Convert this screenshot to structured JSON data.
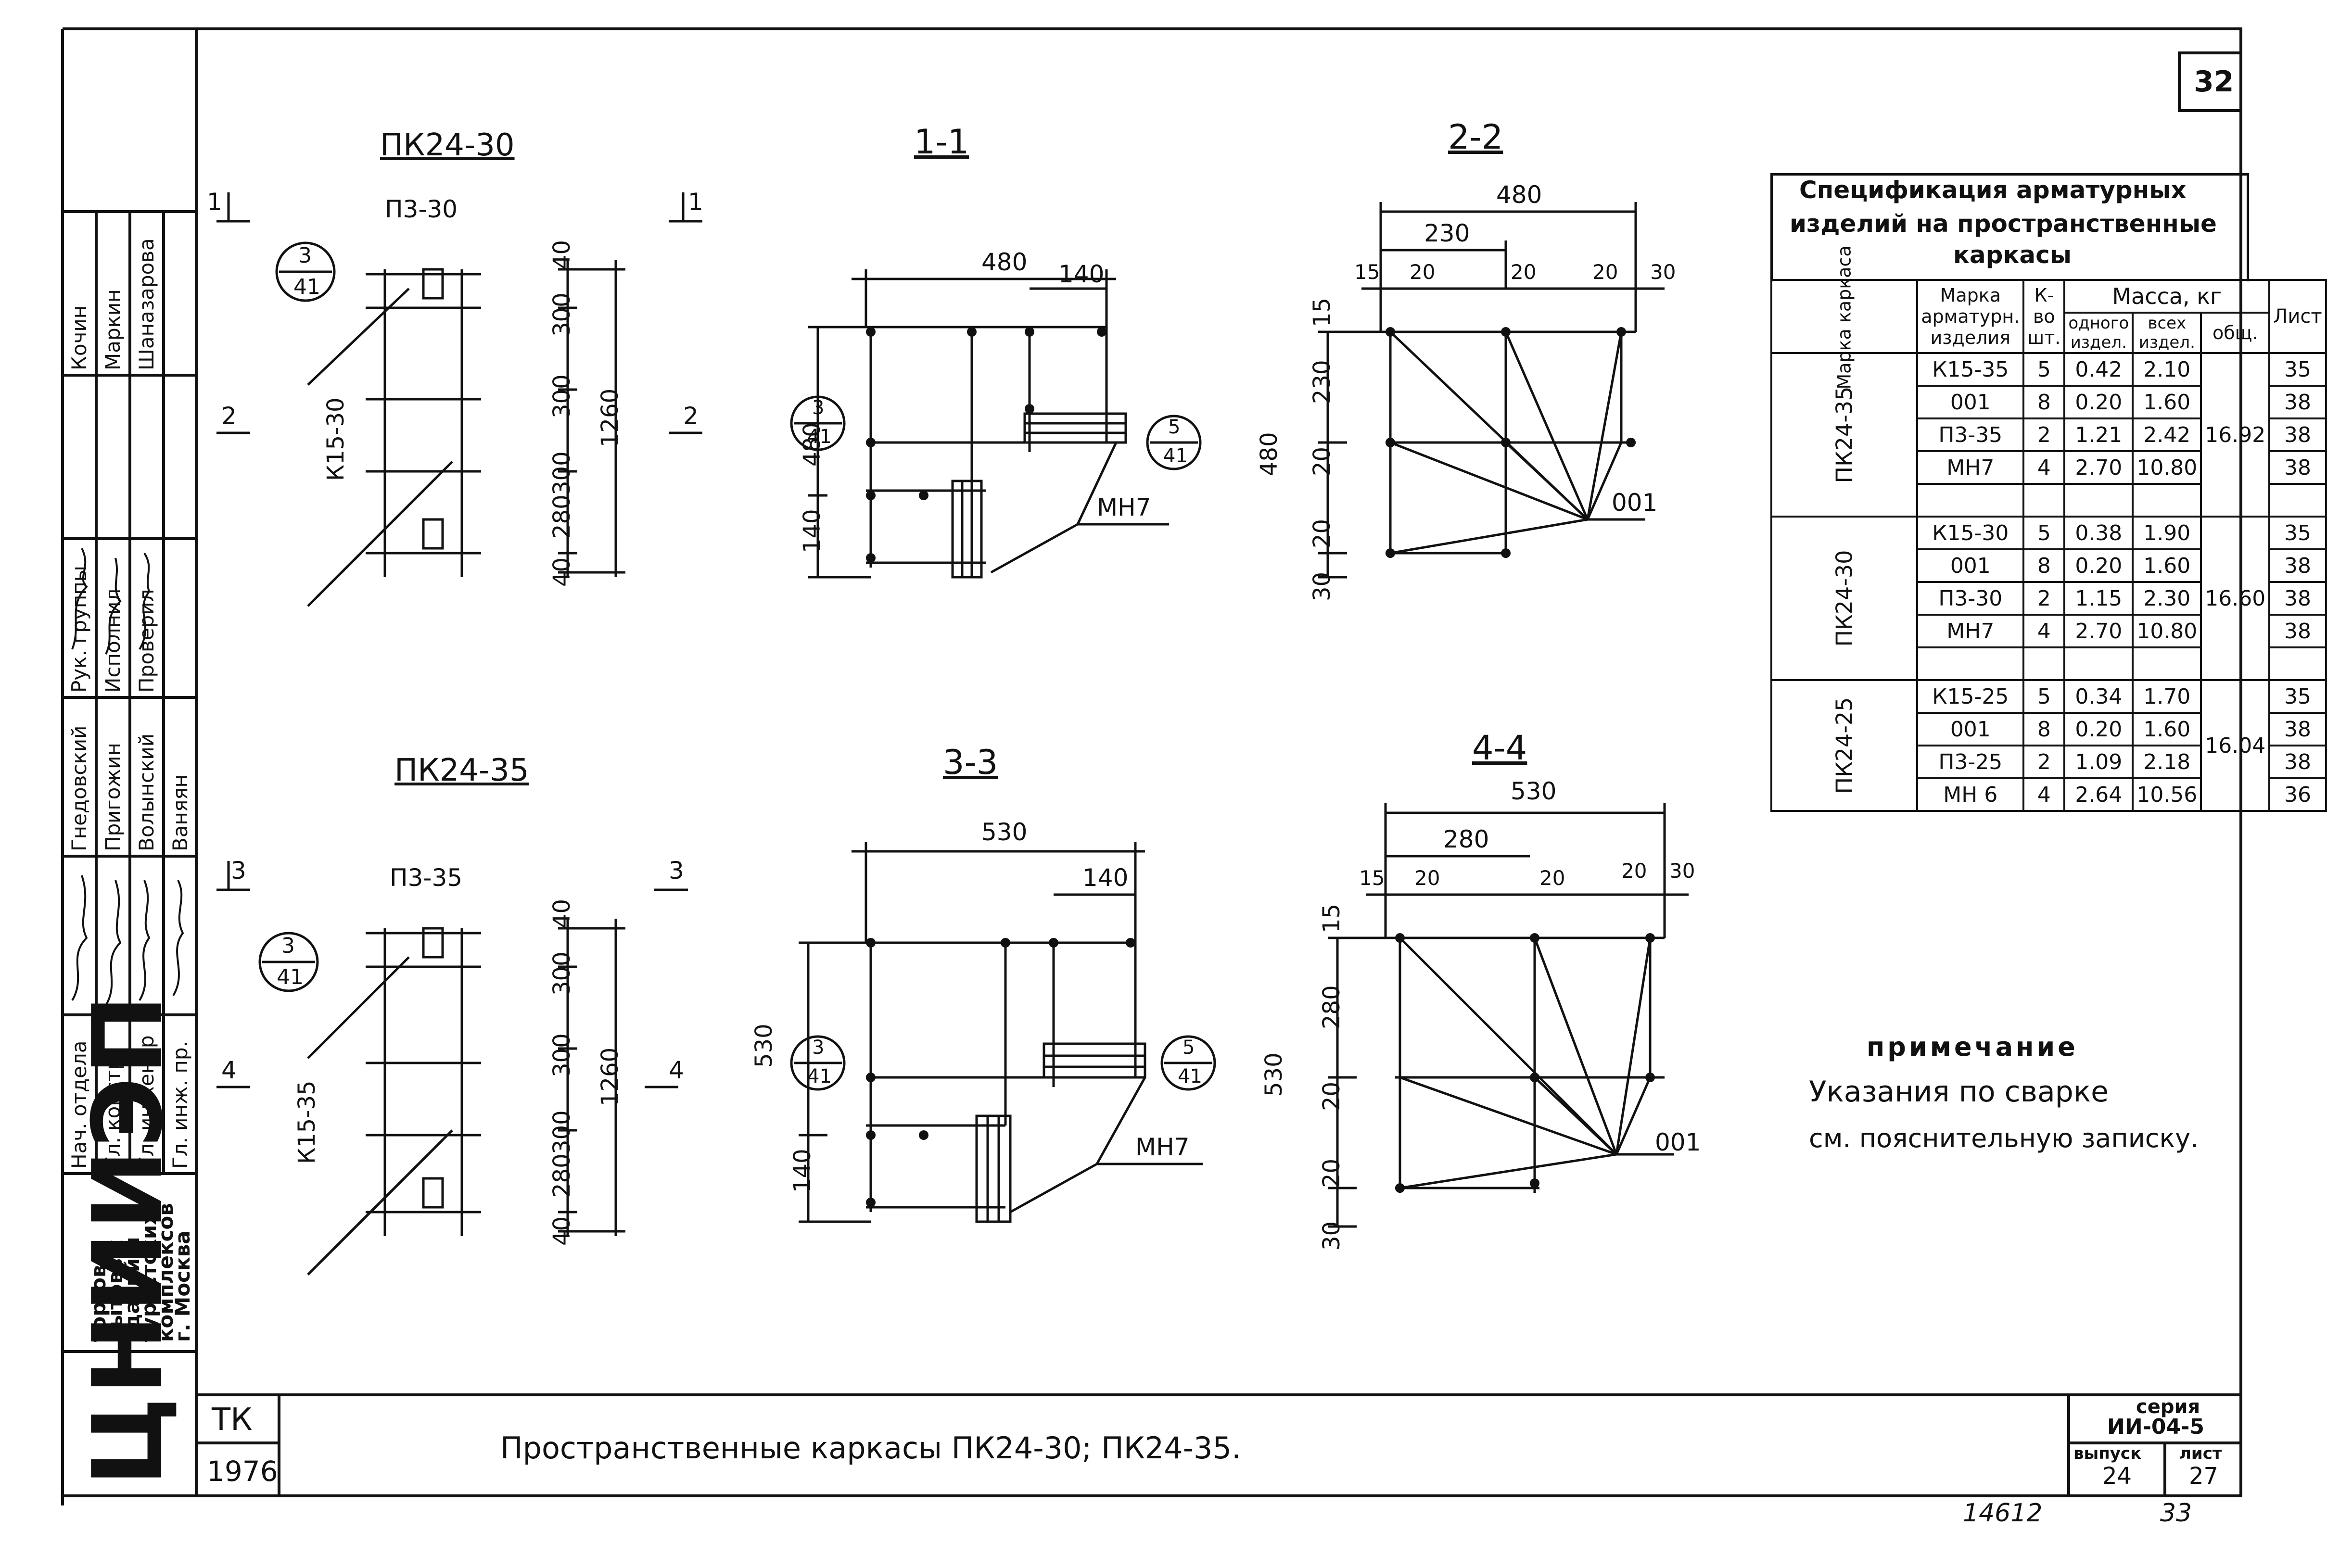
{
  "sheet": {
    "page_number": "32",
    "title": "Пространственные каркасы  ПК24-30;  ПК24-35.",
    "code": "ТК",
    "year": "1976",
    "series_label": "серия",
    "series": "ИИ-04-5",
    "issue_label": "выпуск",
    "issue": "24",
    "sheet_label": "лист",
    "sheet_no": "27",
    "bottom_number": "14612",
    "bottom_page": "33"
  },
  "organization": {
    "logo": "ЦНИИЭП",
    "name_lines": [
      "торгово",
      "бытовых",
      "зданий и",
      "туристских",
      "комплексов",
      "г. Москва"
    ]
  },
  "signatures": {
    "positions": [
      "Нач. отдела",
      "Гл. констр.",
      "Гл. инженер",
      "Гл. инж. пр.",
      "Рук. группы",
      "Исполнил",
      "Проверил"
    ],
    "names": [
      "Гнедовский",
      "Пригожин",
      "Волынский",
      "Ваняян",
      "Кочин",
      "Маркин",
      "Шаназарова"
    ]
  },
  "drawings": {
    "pk24_30": {
      "title": "ПК24-30",
      "cut1": "1",
      "cut2": "2",
      "label_p3": "П3-30",
      "label_k15": "К15-30",
      "bubble_top": "3",
      "bubble_bottom": "41",
      "dims": [
        "40",
        "300",
        "300",
        "300",
        "280",
        "40"
      ],
      "total": "1260"
    },
    "pk24_35": {
      "title": "ПК24-35",
      "cut1": "3",
      "cut2": "4",
      "label_p3": "П3-35",
      "label_k15": "К15-35",
      "bubble_top": "3",
      "bubble_bottom": "41",
      "dims": [
        "40",
        "300",
        "300",
        "300",
        "280",
        "40"
      ],
      "total": "1260"
    },
    "section_1_1": {
      "title": "1-1",
      "width": "480",
      "right": "140",
      "height": "480",
      "bottom": "140",
      "bubble1_top": "3",
      "bubble1_bottom": "41",
      "bubble2_top": "5",
      "bubble2_bottom": "41",
      "mesh": "МН7"
    },
    "section_2_2": {
      "title": "2-2",
      "width": "480",
      "inner": "230",
      "dims_top": [
        "15",
        "20",
        "20",
        "20",
        "30"
      ],
      "height": "480",
      "dims_left": [
        "15",
        "230",
        "20",
        "20",
        "30"
      ],
      "label": "001"
    },
    "section_3_3": {
      "title": "3-3",
      "width": "530",
      "right": "140",
      "height": "530",
      "bottom": "140",
      "bubble1_top": "3",
      "bubble1_bottom": "41",
      "bubble2_top": "5",
      "bubble2_bottom": "41",
      "mesh": "МН7"
    },
    "section_4_4": {
      "title": "4-4",
      "width": "530",
      "inner": "280",
      "dims_top": [
        "15",
        "20",
        "20",
        "20",
        "30"
      ],
      "height": "530",
      "dims_left": [
        "15",
        "280",
        "20",
        "20",
        "30"
      ],
      "label": "001"
    }
  },
  "spec_table": {
    "title_lines": [
      "Спецификация  арматурных",
      "изделий  на  пространственные",
      "каркасы"
    ],
    "headers": {
      "frame_mark": "Марка каркаса",
      "item_mark": "Марка арматурн. изделия",
      "qty": "К-во шт.",
      "mass": "Масса, кг",
      "mass_one": "одного издел.",
      "mass_all": "всех издел.",
      "mass_total": "общ.",
      "sheet": "Лист"
    },
    "groups": [
      {
        "frame": "ПК24-35",
        "total": "16.92",
        "rows": [
          {
            "item": "К15-35",
            "qty": "5",
            "one": "0.42",
            "all": "2.10",
            "sheet": "35"
          },
          {
            "item": "001",
            "qty": "8",
            "one": "0.20",
            "all": "1.60",
            "sheet": "38"
          },
          {
            "item": "П3-35",
            "qty": "2",
            "one": "1.21",
            "all": "2.42",
            "sheet": "38"
          },
          {
            "item": "МН7",
            "qty": "4",
            "one": "2.70",
            "all": "10.80",
            "sheet": "38"
          }
        ]
      },
      {
        "frame": "ПК24-30",
        "total": "16.60",
        "rows": [
          {
            "item": "К15-30",
            "qty": "5",
            "one": "0.38",
            "all": "1.90",
            "sheet": "35"
          },
          {
            "item": "001",
            "qty": "8",
            "one": "0.20",
            "all": "1.60",
            "sheet": "38"
          },
          {
            "item": "П3-30",
            "qty": "2",
            "one": "1.15",
            "all": "2.30",
            "sheet": "38"
          },
          {
            "item": "МН7",
            "qty": "4",
            "one": "2.70",
            "all": "10.80",
            "sheet": "38"
          }
        ]
      },
      {
        "frame": "ПК24-25",
        "total": "16.04",
        "rows": [
          {
            "item": "К15-25",
            "qty": "5",
            "one": "0.34",
            "all": "1.70",
            "sheet": "35"
          },
          {
            "item": "001",
            "qty": "8",
            "one": "0.20",
            "all": "1.60",
            "sheet": "38"
          },
          {
            "item": "П3-25",
            "qty": "2",
            "one": "1.09",
            "all": "2.18",
            "sheet": "38"
          },
          {
            "item": "МН 6",
            "qty": "4",
            "one": "2.64",
            "all": "10.56",
            "sheet": "36"
          }
        ]
      }
    ]
  },
  "note": {
    "title": "примечание",
    "line1": "Указания по сварке",
    "line2": "см. пояснительную записку."
  }
}
